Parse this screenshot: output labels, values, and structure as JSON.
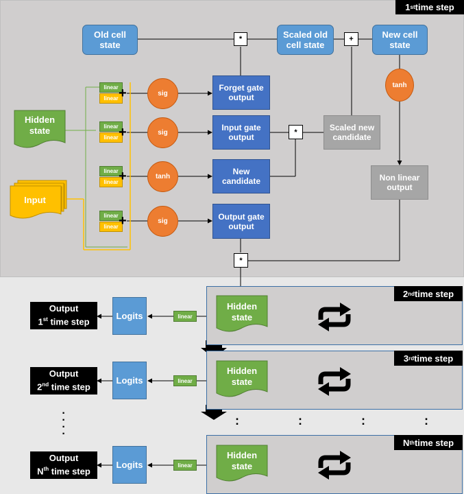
{
  "first_step": {
    "tag": "1",
    "tag_sup": "st",
    "tag_rest": " time step"
  },
  "cell": {
    "old": "Old cell state",
    "scaled_old": "Scaled old cell state",
    "new": "New cell state",
    "scaled_new": "Scaled new candidate",
    "non_linear": "Non linear output"
  },
  "inputs": {
    "hidden": "Hidden state",
    "input": "Input"
  },
  "linear_label": "linear",
  "activations": {
    "sig1": "sig",
    "sig2": "sig",
    "tanh1": "tanh",
    "sig3": "sig",
    "tanh_cell": "tanh"
  },
  "gates": {
    "forget": "Forget gate output",
    "input": "Input gate output",
    "candidate": "New candidate",
    "output": "Output gate output"
  },
  "operators": {
    "mul": "*",
    "add": "+"
  },
  "steps": [
    {
      "tag_num": "2",
      "tag_sup": "nd",
      "tag_rest": " time step",
      "hidden": "Hidden state",
      "logits": "Logits",
      "linear": "linear",
      "out_line1": "Output",
      "out_num": "1",
      "out_sup": "st",
      "out_rest": " time step"
    },
    {
      "tag_num": "3",
      "tag_sup": "rd",
      "tag_rest": " time step",
      "hidden": "Hidden state",
      "logits": "Logits",
      "linear": "linear",
      "out_line1": "Output",
      "out_num": "2",
      "out_sup": "nd",
      "out_rest": " time step"
    },
    {
      "tag_num": "N",
      "tag_sup": "th",
      "tag_rest": " time step",
      "hidden": "Hidden state",
      "logits": "Logits",
      "linear": "linear",
      "out_line1": "Output",
      "out_num": "N",
      "out_sup": "th",
      "out_rest": " time step"
    }
  ],
  "ellipsis": ":",
  "colors": {
    "panel": "#d0cece",
    "blue_light": "#5b9bd5",
    "blue_dark": "#4472c4",
    "orange": "#ed7d31",
    "green": "#70ad47",
    "yellow": "#ffc000",
    "gray_box": "#a6a6a6"
  }
}
